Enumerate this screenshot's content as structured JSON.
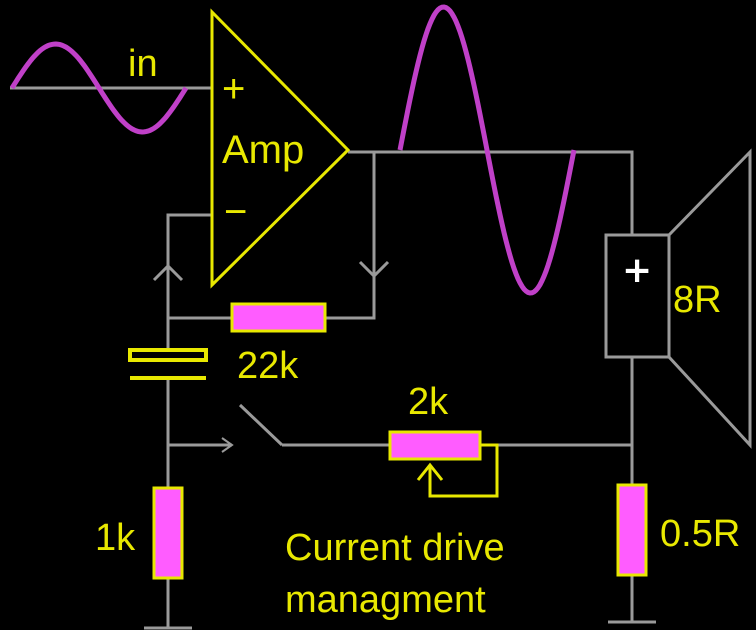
{
  "diagram": {
    "labels": {
      "input": "in",
      "amp": "Amp",
      "amp_plus": "+",
      "amp_minus": "−",
      "r_feedback": "22k",
      "r_pot": "2k",
      "r_ground": "1k",
      "speaker_impedance": "8R",
      "speaker_plus": "+",
      "r_sense": "0.5R",
      "caption_line1": "Current drive",
      "caption_line2": "managment"
    },
    "colors": {
      "background": "#000000",
      "wire": "#9a9a9a",
      "component_outline": "#e8e800",
      "resistor_fill": "#ff5cff",
      "waveform": "#c040c8",
      "label_text": "#e8e800",
      "sign_text": "#ffffff"
    }
  }
}
